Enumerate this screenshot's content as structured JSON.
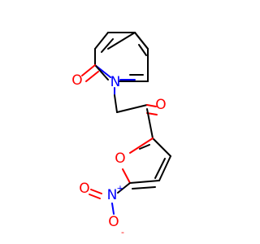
{
  "molecule": {
    "atoms": {
      "ring_nitrogen": "N",
      "carbonyl_oxygen_ring": "O",
      "ketone_oxygen": "O",
      "furan_oxygen": "O",
      "nitro_nitrogen": "N",
      "nitro_nitrogen_charge": "+",
      "nitro_oxygen_double": "O",
      "nitro_oxygen_single": "O",
      "nitro_oxygen_single_charge": "-"
    },
    "colors": {
      "nitrogen": "#0000ff",
      "oxygen": "#ff0000",
      "carbon_bond": "#000000",
      "background": "#ffffff"
    }
  }
}
